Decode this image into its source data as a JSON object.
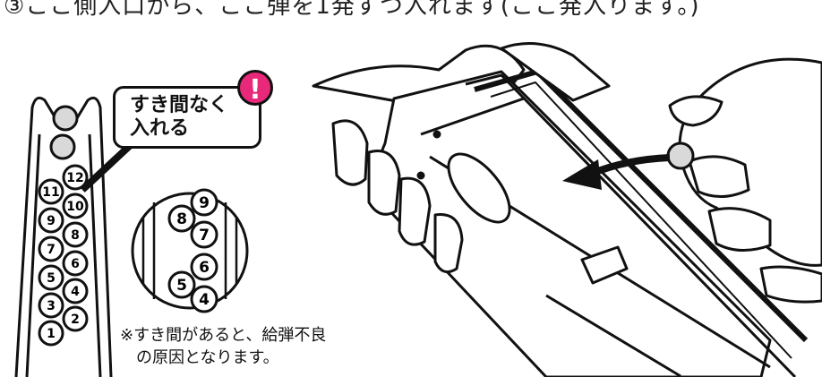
{
  "header": {
    "partial_text": "③ここ側入口から、ここ弾を1発ずつ入れます(ここ発入ります。)"
  },
  "callout": {
    "line1": "すき間なく",
    "line2": "入れる"
  },
  "warning_badge": {
    "symbol": "!",
    "color": "#e8297a"
  },
  "magazine_numbers": [
    "1",
    "2",
    "3",
    "4",
    "5",
    "6",
    "7",
    "8",
    "9",
    "10",
    "11",
    "12"
  ],
  "zoom_numbers": [
    "9",
    "8",
    "7",
    "6",
    "5",
    "4"
  ],
  "note": {
    "line1": "※すき間があると、給弾不良",
    "line2": "の原因となります。"
  },
  "icons": [
    "warning-icon",
    "insert-arrow-icon"
  ]
}
